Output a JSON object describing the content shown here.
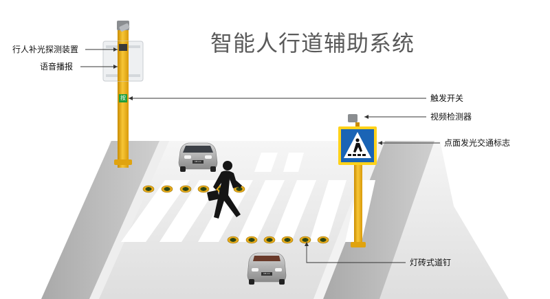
{
  "title": "智能人行道辅助系统",
  "labels": {
    "supplement_light": "行人补光探测装置",
    "voice": "语音播报",
    "trigger_switch": "触发开关",
    "video_detector": "视频检测器",
    "sign": "点面发光交通标志",
    "road_stud": "灯砖式道钉"
  },
  "pole_button_text": "按",
  "car_plate": "DE-CC 2016",
  "colors": {
    "pole": "#f2b51c",
    "sign_blue": "#1a64b5",
    "stud": "#f1b322",
    "road": "#dcdcdc",
    "stripe": "#ffffff",
    "button_green": "#1f9e3c",
    "title": "#5a5a5a"
  }
}
